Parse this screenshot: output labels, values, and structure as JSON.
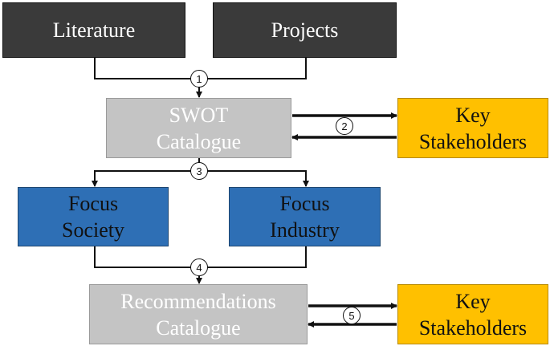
{
  "boxes": {
    "literature": "Literature",
    "projects": "Projects",
    "swot": [
      "SWOT",
      "Catalogue"
    ],
    "stakeholders_top": [
      "Key",
      "Stakeholders"
    ],
    "focus_society": [
      "Focus",
      "Society"
    ],
    "focus_industry": [
      "Focus",
      "Industry"
    ],
    "recommendations": [
      "Recommendations",
      "Catalogue"
    ],
    "stakeholders_bottom": [
      "Key",
      "Stakeholders"
    ]
  },
  "steps": [
    "1",
    "2",
    "3",
    "4",
    "5"
  ],
  "colors": {
    "source": "#3a3a3a",
    "catalogue": "#c4c4c4",
    "focus": "#2e6fb5",
    "stakeholders": "#ffc000"
  }
}
